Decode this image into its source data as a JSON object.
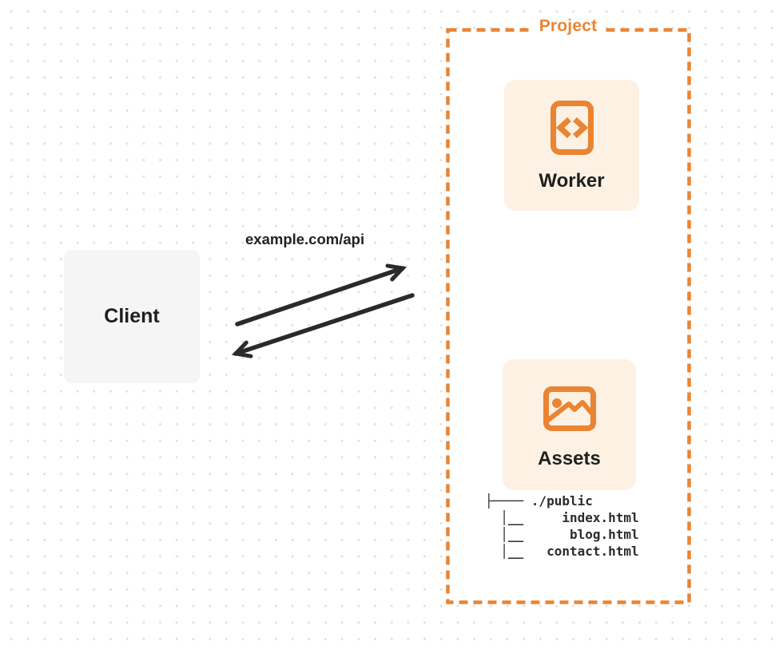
{
  "diagram": {
    "project": {
      "label": "Project"
    },
    "client": {
      "label": "Client"
    },
    "worker": {
      "label": "Worker",
      "icon": "code-file-icon"
    },
    "assets": {
      "label": "Assets",
      "icon": "image-icon"
    },
    "request_label": "example.com/api",
    "file_tree": {
      "root": "./public",
      "files": [
        "index.html",
        "blog.html",
        "contact.html"
      ],
      "ascii": "├──── ./public\n  │__     index.html\n  │__      blog.html\n  │__   contact.html"
    },
    "colors": {
      "accent_orange": "#ea8432",
      "card_cream": "#fcf1e3",
      "client_gray": "#f5f5f6",
      "text_dark": "#1f1f1f",
      "arrow_dark": "#2a2a2a",
      "grid_dot": "#e2e2e2"
    }
  }
}
